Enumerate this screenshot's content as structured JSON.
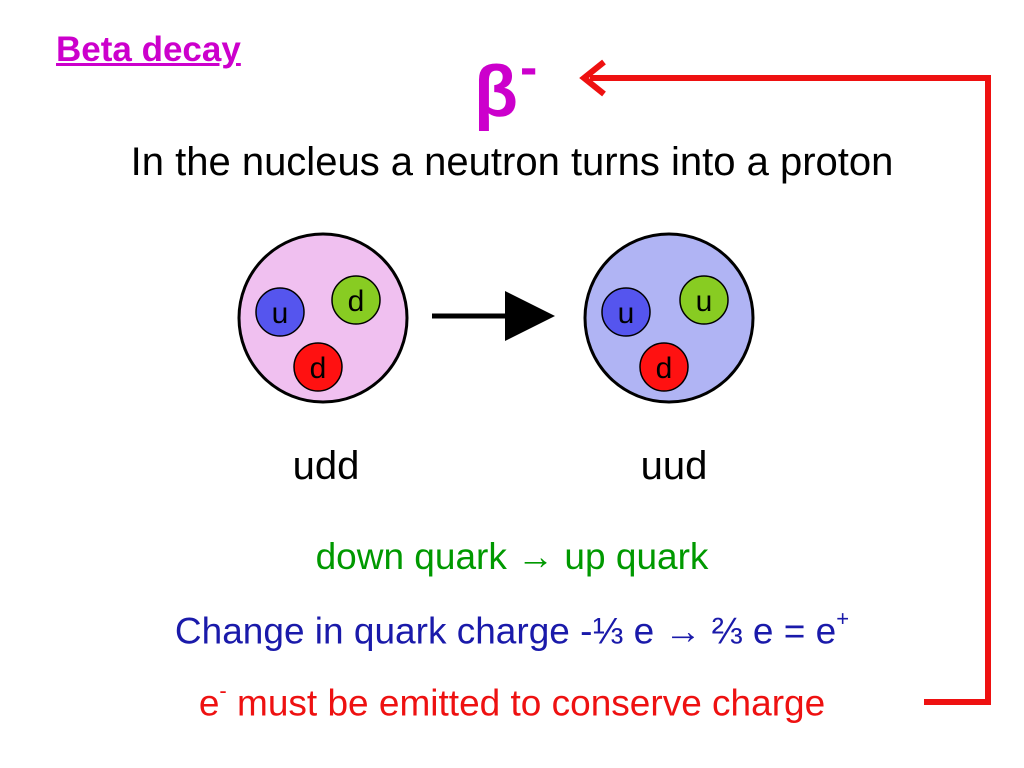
{
  "slide": {
    "heading": "Beta decay",
    "beta_symbol": "β",
    "beta_superscript": "-",
    "intro": "In the nucleus a neutron turns into a proton",
    "neutron": {
      "code": "udd",
      "fill_color": "#f0c0f0",
      "quarks": [
        {
          "label": "u",
          "color": "#5555ee"
        },
        {
          "label": "d",
          "color": "#88cc22"
        },
        {
          "label": "d",
          "color": "#ff1111"
        }
      ]
    },
    "proton": {
      "code": "uud",
      "fill_color": "#b0b4f4",
      "quarks": [
        {
          "label": "u",
          "color": "#5555ee"
        },
        {
          "label": "u",
          "color": "#88cc22"
        },
        {
          "label": "d",
          "color": "#ff1111"
        }
      ]
    },
    "line1": "down quark → up quark",
    "line2_text": "Change in quark charge -⅓ e → ⅔ e = e",
    "line2_sup": "+",
    "line3_e": "e",
    "line3_sup": "-",
    "line3_text": " must be emitted to conserve charge",
    "colors": {
      "heading": "#cc00cc",
      "line1": "#009900",
      "line2": "#1a1aaa",
      "line3": "#ee1111",
      "connector": "#ee1111"
    }
  }
}
